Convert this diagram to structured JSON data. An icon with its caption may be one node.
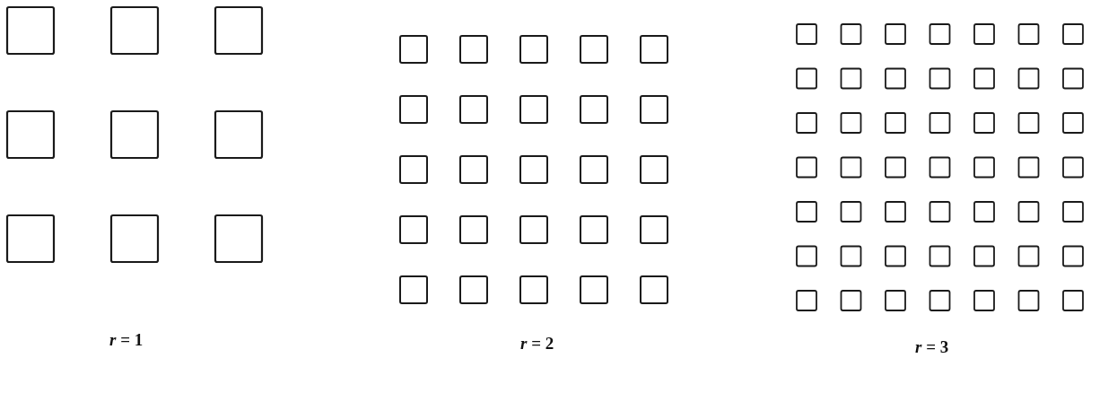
{
  "diagram": {
    "labels": [
      "*r* = 1",
      "*r* = 2",
      "*r* = 3"
    ]
  }
}
